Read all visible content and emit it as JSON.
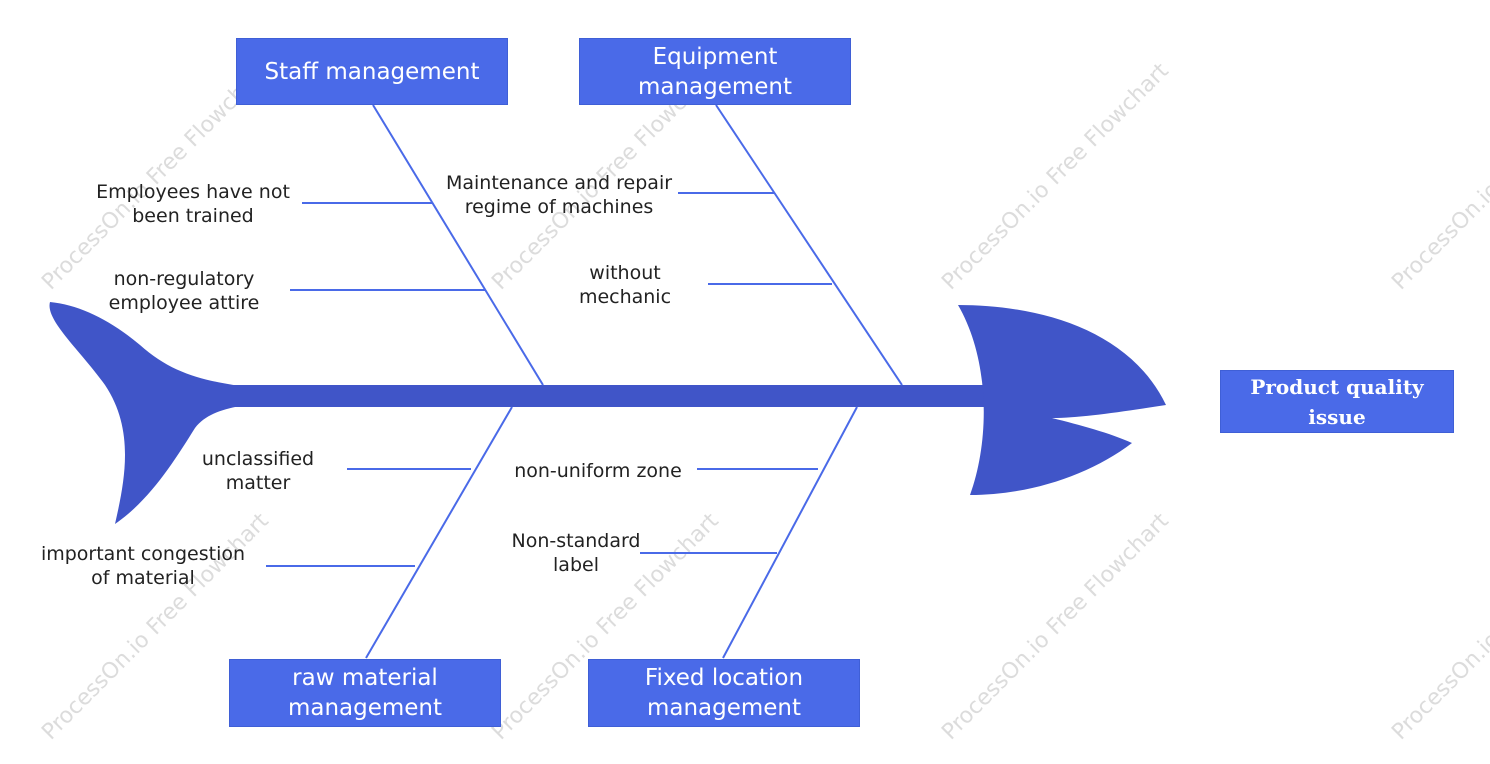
{
  "watermark": "ProcessOn.io Free Flowchart",
  "colors": {
    "fish": "#4055c8",
    "box": "#4a6ae8",
    "line": "#4a6ae8"
  },
  "result": {
    "label": "Product quality issue"
  },
  "categories": {
    "staff": {
      "label": "Staff management"
    },
    "equipment": {
      "label": "Equipment management"
    },
    "material": {
      "label": "raw material management"
    },
    "location": {
      "label": "Fixed location management"
    }
  },
  "causes": {
    "staff": [
      "Employees have not been trained",
      "non-regulatory employee attire"
    ],
    "equipment": [
      "Maintenance and repair regime of machines",
      "without mechanic"
    ],
    "material": [
      "unclassified matter",
      "important congestion of material"
    ],
    "location": [
      "non-uniform zone",
      "Non-standard label"
    ]
  }
}
